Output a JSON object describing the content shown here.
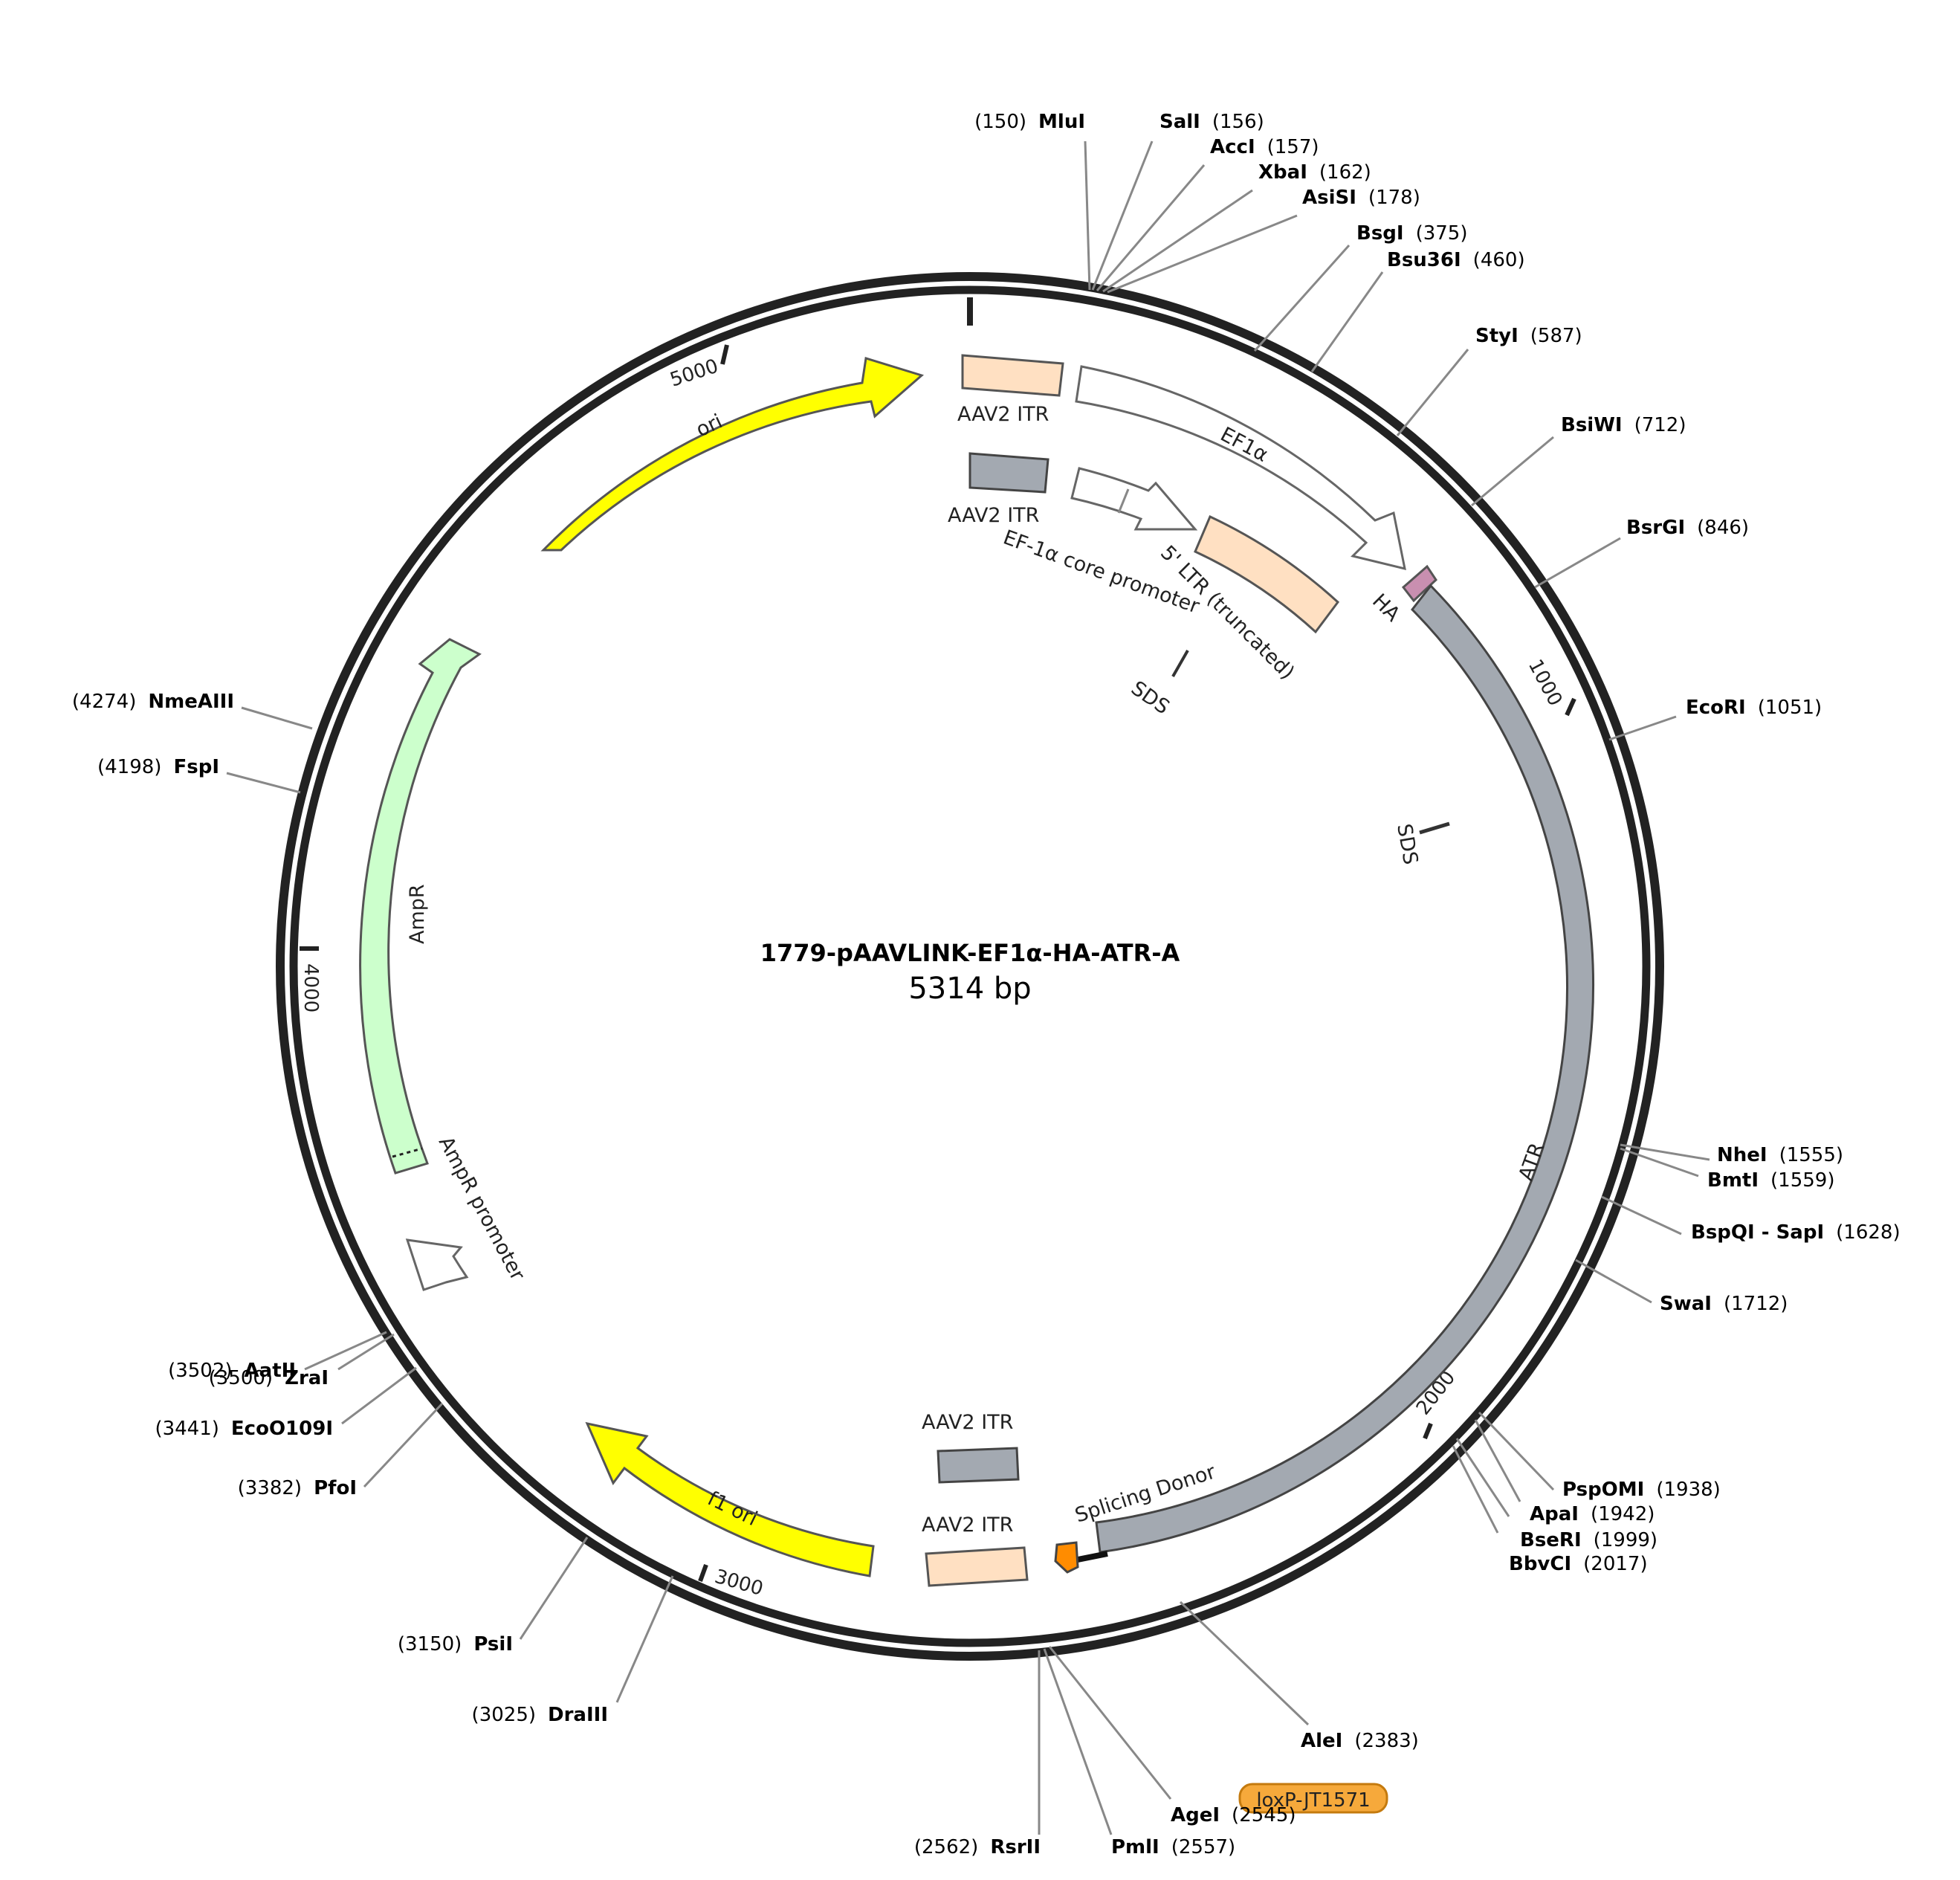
{
  "plasmid": {
    "name": "1779-pAAVLINK-EF1α-HA-ATR-A",
    "length_label": "5314 bp"
  },
  "colors": {
    "backbone": "#222222",
    "ori": "#ffff00",
    "itr_beige": "#ffe0c2",
    "itr_gray": "#a3a9b1",
    "atr": "#a3a9b1",
    "ampr": "#ccffcc",
    "ha": "#c98fb0",
    "splicing_donor": "#ff8c00",
    "loxp": "#f6a93b"
  },
  "ticks": [
    {
      "label": "5000"
    },
    {
      "label": "1000"
    },
    {
      "label": "4000"
    },
    {
      "label": "2000"
    },
    {
      "label": "3000"
    }
  ],
  "sites": [
    {
      "name": "MluI",
      "pos": "(150)"
    },
    {
      "name": "SalI",
      "pos": "(156)"
    },
    {
      "name": "AccI",
      "pos": "(157)"
    },
    {
      "name": "XbaI",
      "pos": "(162)"
    },
    {
      "name": "AsiSI",
      "pos": "(178)"
    },
    {
      "name": "BsgI",
      "pos": "(375)"
    },
    {
      "name": "Bsu36I",
      "pos": "(460)"
    },
    {
      "name": "StyI",
      "pos": "(587)"
    },
    {
      "name": "BsiWI",
      "pos": "(712)"
    },
    {
      "name": "BsrGI",
      "pos": "(846)"
    },
    {
      "name": "EcoRI",
      "pos": "(1051)"
    },
    {
      "name": "NheI",
      "pos": "(1555)"
    },
    {
      "name": "BmtI",
      "pos": "(1559)"
    },
    {
      "name": "BspQI - SapI",
      "pos": "(1628)"
    },
    {
      "name": "SwaI",
      "pos": "(1712)"
    },
    {
      "name": "PspOMI",
      "pos": "(1938)"
    },
    {
      "name": "ApaI",
      "pos": "(1942)"
    },
    {
      "name": "BseRI",
      "pos": "(1999)"
    },
    {
      "name": "BbvCI",
      "pos": "(2017)"
    },
    {
      "name": "AleI",
      "pos": "(2383)"
    },
    {
      "name": "AgeI",
      "pos": "(2545)"
    },
    {
      "name": "PmlI",
      "pos": "(2557)"
    },
    {
      "name": "RsrII",
      "pos": "(2562)"
    },
    {
      "name": "DraIII",
      "pos": "(3025)"
    },
    {
      "name": "PsiI",
      "pos": "(3150)"
    },
    {
      "name": "PfoI",
      "pos": "(3382)"
    },
    {
      "name": "EcoO109I",
      "pos": "(3441)"
    },
    {
      "name": "ZraI",
      "pos": "(3500)"
    },
    {
      "name": "AatII",
      "pos": "(3502)"
    },
    {
      "name": "FspI",
      "pos": "(4198)"
    },
    {
      "name": "NmeAIII",
      "pos": "(4274)"
    }
  ],
  "features": {
    "ori": "ori",
    "itr_top": "AAV2 ITR",
    "ef1a": "EF1α",
    "itr_top_inner": "AAV2 ITR",
    "ef1a_core": "EF-1α core promoter",
    "ltr": "5' LTR (truncated)",
    "sds_upper": "SDS",
    "ha": "HA",
    "sds_right": "SDS",
    "atr": "ATR",
    "ampr": "AmpR",
    "ampr_promoter": "AmpR promoter",
    "f1ori": "f1 ori",
    "itr_bottom_inner": "AAV2 ITR",
    "itr_bottom": "AAV2 ITR",
    "splicing_donor": "Splicing Donor",
    "loxp": "loxP-JT1571"
  }
}
